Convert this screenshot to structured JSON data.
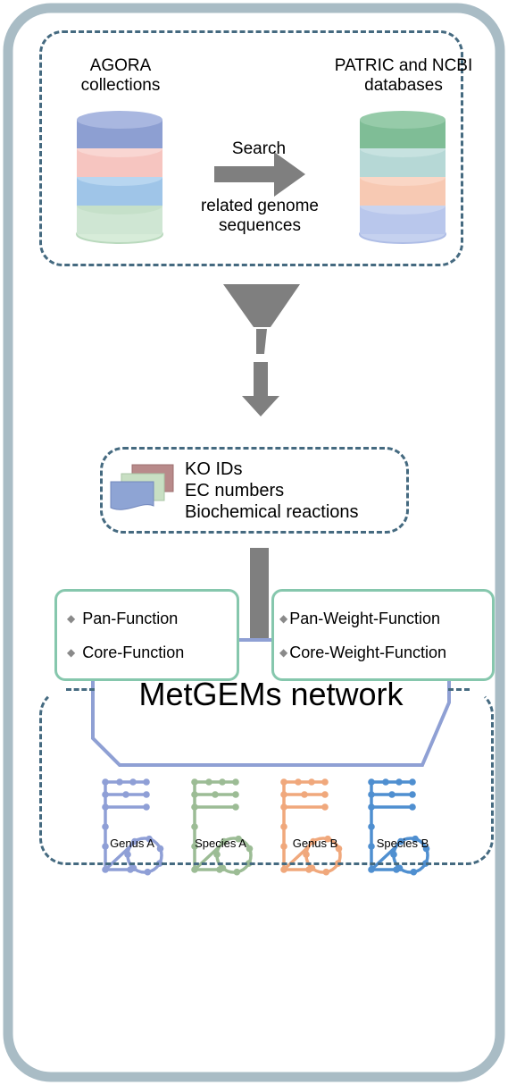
{
  "sources": {
    "left_label": "AGORA\ncollections",
    "right_label": "PATRIC and NCBI\ndatabases"
  },
  "arrow": {
    "top_label": "Search",
    "bottom_label": "related genome\nsequences"
  },
  "annotations": {
    "items": [
      "KO IDs",
      "EC numbers",
      "Biochemical reactions"
    ]
  },
  "methods": {
    "left": [
      "Pan-Function",
      "Core-Function"
    ],
    "right": [
      "Pan-Weight-Function",
      "Core-Weight-Function"
    ]
  },
  "network": {
    "title": "MetGEMs network",
    "labels": [
      "Genus A",
      "Species A",
      "Genus B",
      "Species B"
    ],
    "colors": [
      "#8f9fd6",
      "#9cbc95",
      "#f0a87c",
      "#4f8fd0"
    ]
  },
  "colors": {
    "frame": "#a9bcc5",
    "dash": "#456a80",
    "arrow": "#7f7f7f",
    "box_green": "#86c7ad",
    "banner": "#8fa0d4"
  }
}
